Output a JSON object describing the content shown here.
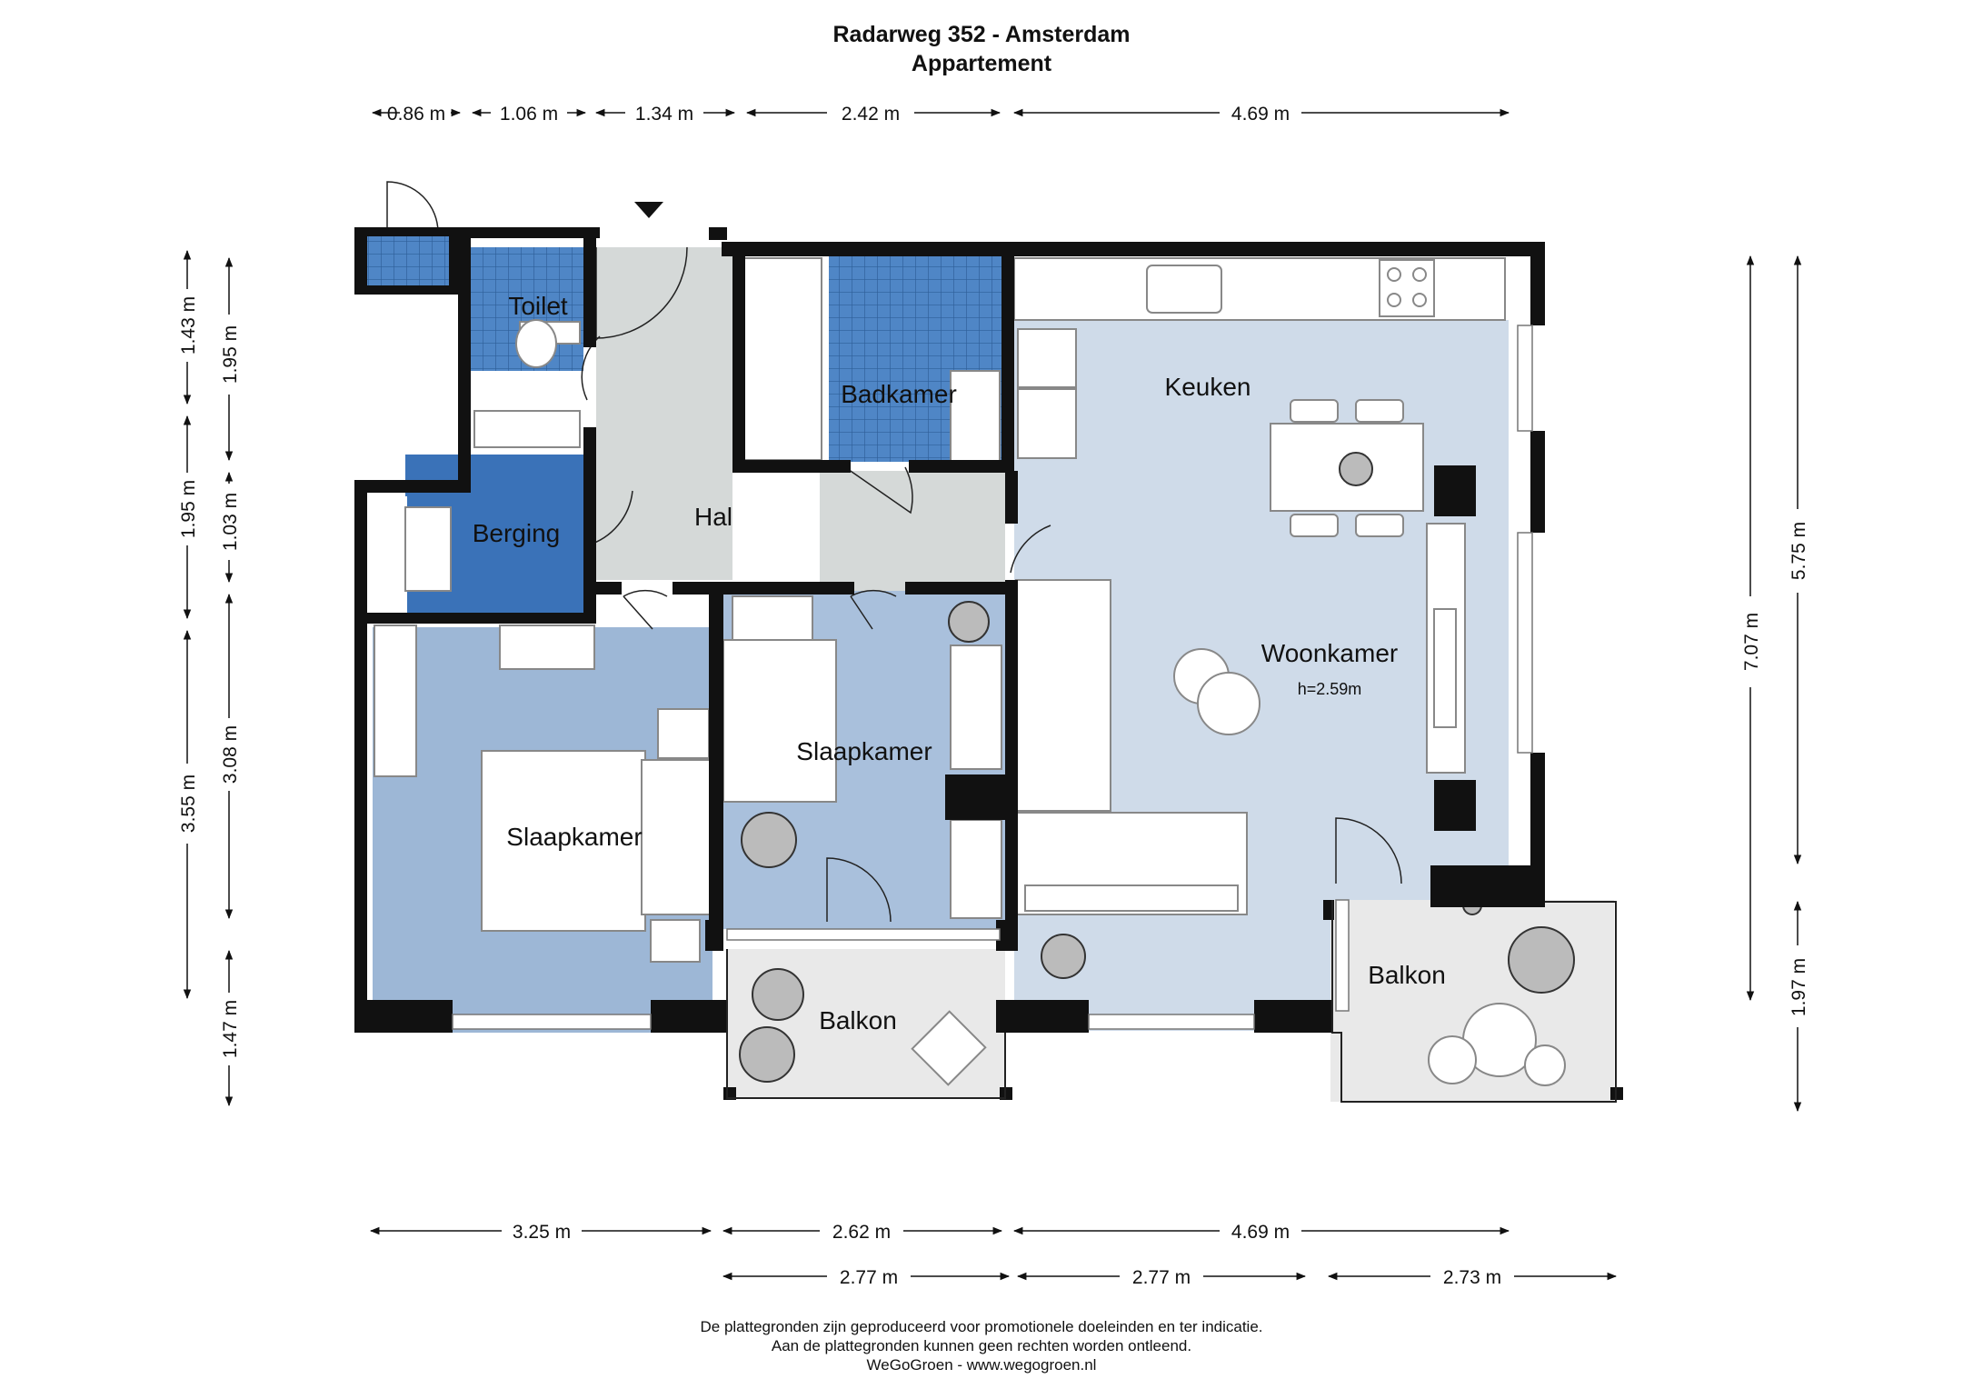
{
  "header": {
    "title": "Radarweg 352 - Amsterdam",
    "subtitle": "Appartement"
  },
  "rooms": {
    "toilet": "Toilet",
    "badkamer": "Badkamer",
    "keuken": "Keuken",
    "berging": "Berging",
    "hal": "Hal",
    "woonkamer": "Woonkamer",
    "woonkamer_height": "h=2.59m",
    "slaapkamer_1": "Slaapkamer",
    "slaapkamer_2": "Slaapkamer",
    "balkon_1": "Balkon",
    "balkon_2": "Balkon"
  },
  "dimensions": {
    "top": [
      "0.86 m",
      "1.06 m",
      "1.34 m",
      "2.42 m",
      "4.69 m"
    ],
    "bottom_row1": [
      "3.25 m",
      "2.62 m",
      "4.69 m"
    ],
    "bottom_row2": [
      "2.77 m",
      "2.77 m",
      "2.73 m"
    ],
    "left_outer": [
      "1.43 m",
      "1.95 m",
      "3.55 m"
    ],
    "left_inner": [
      "1.95 m",
      "1.03 m",
      "3.08 m",
      "1.47 m"
    ],
    "right_inner": [
      "7.07 m"
    ],
    "right_outer": [
      "5.75 m",
      "1.97 m"
    ]
  },
  "footer": {
    "line1": "De plattegronden zijn geproduceerd voor promotionele doeleinden en ter indicatie.",
    "line2": "Aan de plattegronden kunnen geen rechten worden ontleend.",
    "line3": "WeGoGroen -  www.wegogroen.nl"
  },
  "colors": {
    "wall": "#111111",
    "living": "#cfdbe9",
    "bedroom": "#9db7d6",
    "bedroom_small": "#a9c0dc",
    "storage": "#3a72b8",
    "tile": "#4f86c6",
    "hall": "#d5d9d8",
    "balcony": "#e9e9e9"
  }
}
